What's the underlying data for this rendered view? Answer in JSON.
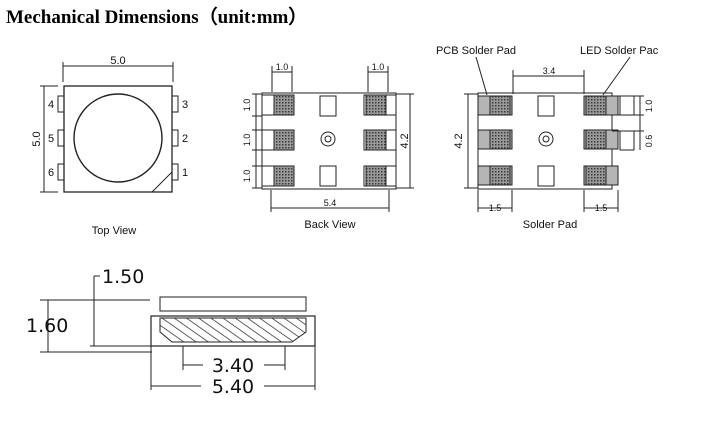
{
  "header": {
    "title": "Mechanical Dimensions（unit:mm）"
  },
  "top_view": {
    "caption": "Top View",
    "width": "5.0",
    "height": "5.0",
    "pins_left": [
      "4",
      "5",
      "6"
    ],
    "pins_right": [
      "3",
      "2",
      "1"
    ]
  },
  "back_view": {
    "caption": "Back View",
    "pad_width_left": "1.0",
    "pad_width_right": "1.0",
    "pad_pitch_1": "1.0",
    "pad_pitch_2": "1.0",
    "pad_pitch_3": "1.0",
    "overall_height": "4.2",
    "overall_width": "5.4"
  },
  "solder_pad": {
    "caption": "Solder Pad",
    "label_pcb": "PCB Solder Pad",
    "label_led": "LED Solder Pac",
    "inner_gap": "3.4",
    "height": "4.2",
    "pad_length_left": "1.5",
    "pad_length_right": "1.5",
    "pad_height": "1.0",
    "pad_spacing": "0.6"
  },
  "side_view": {
    "lens_height": "1.50",
    "total_height": "1.60",
    "inner_width": "3.40",
    "outer_width": "5.40"
  }
}
